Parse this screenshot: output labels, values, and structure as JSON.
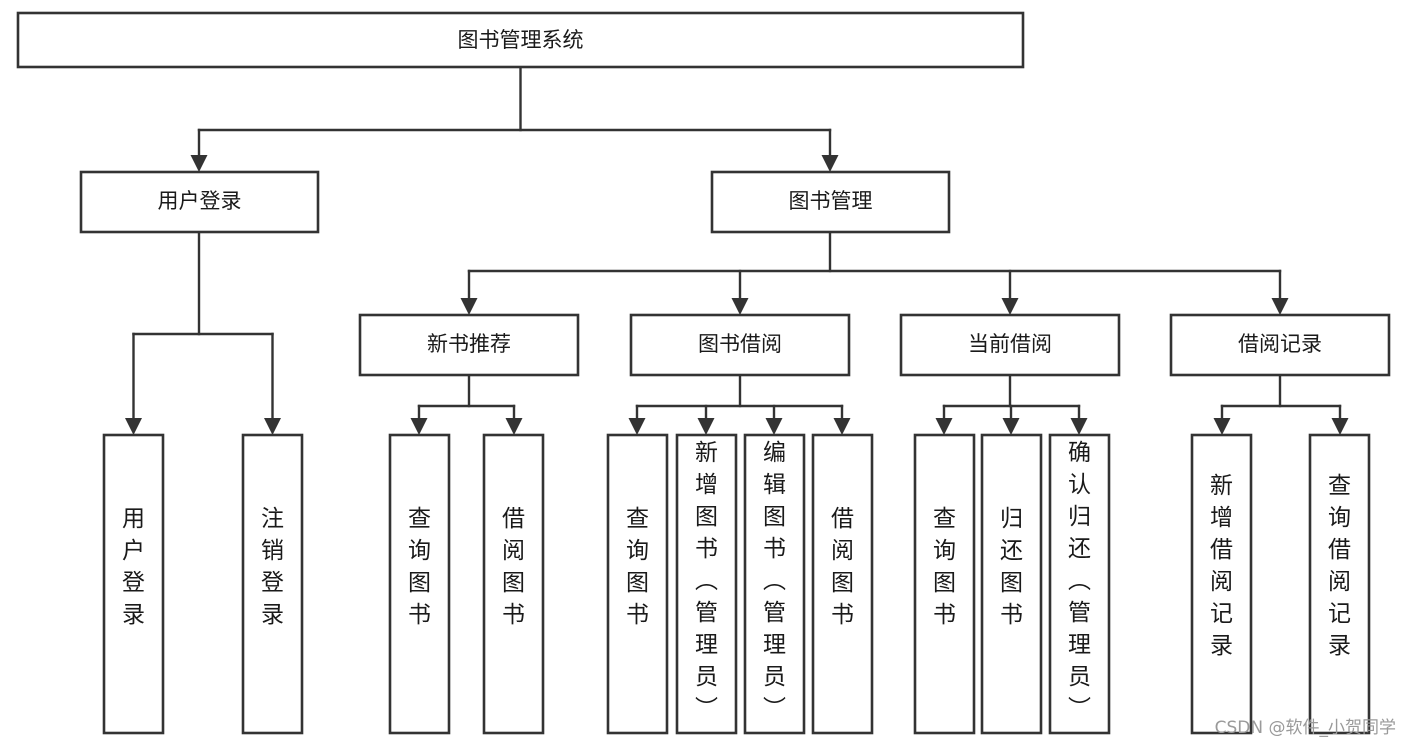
{
  "diagram": {
    "title": "图书管理系统",
    "type": "hierarchy-tree",
    "orientation": "top-down",
    "background_color": "#ffffff",
    "box_stroke_color": "#333333",
    "box_fill_color": "#ffffff",
    "text_color": "#1a1a1a"
  },
  "watermark": {
    "text": "CSDN @软件_小贺同学",
    "color": "#9a9a9a"
  },
  "nodes": {
    "root": {
      "label": "图书管理系统",
      "level": 0,
      "orientation": "horizontal"
    },
    "l1": [
      {
        "id": "user-login",
        "label": "用户登录",
        "level": 1,
        "orientation": "horizontal"
      },
      {
        "id": "book-manage",
        "label": "图书管理",
        "level": 1,
        "orientation": "horizontal"
      }
    ],
    "l2": [
      {
        "id": "new-book-recommend",
        "label": "新书推荐",
        "level": 2,
        "orientation": "horizontal"
      },
      {
        "id": "book-borrow",
        "label": "图书借阅",
        "level": 2,
        "orientation": "horizontal"
      },
      {
        "id": "current-borrow",
        "label": "当前借阅",
        "level": 2,
        "orientation": "horizontal"
      },
      {
        "id": "borrow-record",
        "label": "借阅记录",
        "level": 2,
        "orientation": "horizontal"
      }
    ],
    "leaves": [
      {
        "id": "leaf-user-login",
        "parent": "user-login",
        "label": "用户登录",
        "chars": [
          "用",
          "户",
          "登",
          "录"
        ],
        "orientation": "vertical"
      },
      {
        "id": "leaf-logout",
        "parent": "user-login",
        "label": "注销登录",
        "chars": [
          "注",
          "销",
          "登",
          "录"
        ],
        "orientation": "vertical"
      },
      {
        "id": "leaf-query-book-1",
        "parent": "new-book-recommend",
        "label": "查询图书",
        "chars": [
          "查",
          "询",
          "图",
          "书"
        ],
        "orientation": "vertical"
      },
      {
        "id": "leaf-borrow-book-1",
        "parent": "new-book-recommend",
        "label": "借阅图书",
        "chars": [
          "借",
          "阅",
          "图",
          "书"
        ],
        "orientation": "vertical"
      },
      {
        "id": "leaf-query-book-2",
        "parent": "book-borrow",
        "label": "查询图书",
        "chars": [
          "查",
          "询",
          "图",
          "书"
        ],
        "orientation": "vertical"
      },
      {
        "id": "leaf-add-book",
        "parent": "book-borrow",
        "label": "新增图书（管理员）",
        "chars": [
          "新",
          "增",
          "图",
          "书",
          "（",
          "管",
          "理",
          "员",
          "）"
        ],
        "orientation": "vertical"
      },
      {
        "id": "leaf-edit-book",
        "parent": "book-borrow",
        "label": "编辑图书（管理员）",
        "chars": [
          "编",
          "辑",
          "图",
          "书",
          "（",
          "管",
          "理",
          "员",
          "）"
        ],
        "orientation": "vertical"
      },
      {
        "id": "leaf-borrow-book-2",
        "parent": "book-borrow",
        "label": "借阅图书",
        "chars": [
          "借",
          "阅",
          "图",
          "书"
        ],
        "orientation": "vertical"
      },
      {
        "id": "leaf-query-book-3",
        "parent": "current-borrow",
        "label": "查询图书",
        "chars": [
          "查",
          "询",
          "图",
          "书"
        ],
        "orientation": "vertical"
      },
      {
        "id": "leaf-return-book",
        "parent": "current-borrow",
        "label": "归还图书",
        "chars": [
          "归",
          "还",
          "图",
          "书"
        ],
        "orientation": "vertical"
      },
      {
        "id": "leaf-confirm-return",
        "parent": "current-borrow",
        "label": "确认归还（管理员）",
        "chars": [
          "确",
          "认",
          "归",
          "还",
          "（",
          "管",
          "理",
          "员",
          "）"
        ],
        "orientation": "vertical"
      },
      {
        "id": "leaf-add-record",
        "parent": "borrow-record",
        "label": "新增借阅记录",
        "chars": [
          "新",
          "增",
          "借",
          "阅",
          "记",
          "录"
        ],
        "orientation": "vertical"
      },
      {
        "id": "leaf-query-record",
        "parent": "borrow-record",
        "label": "查询借阅记录",
        "chars": [
          "查",
          "询",
          "借",
          "阅",
          "记",
          "录"
        ],
        "orientation": "vertical"
      }
    ]
  }
}
